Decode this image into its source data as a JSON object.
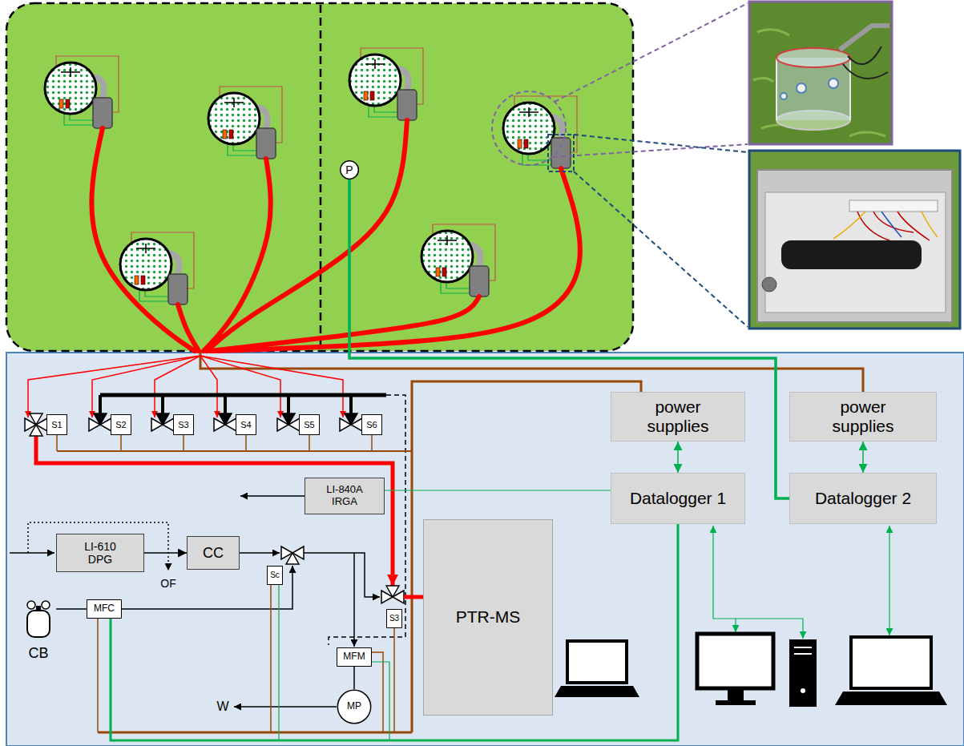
{
  "diagram": {
    "nodes": [
      {
        "text": [
          "P"
        ]
      },
      {
        "text": [
          "S1"
        ]
      },
      {
        "text": [
          "S2"
        ]
      },
      {
        "text": [
          "S3"
        ]
      },
      {
        "text": [
          "S4"
        ]
      },
      {
        "text": [
          "S5"
        ]
      },
      {
        "text": [
          "S6"
        ]
      },
      {
        "text": [
          "power supplies"
        ]
      },
      {
        "text": [
          "power supplies"
        ]
      },
      {
        "text": [
          "LI-840A IRGA"
        ]
      },
      {
        "text": [
          "Datalogger 1"
        ]
      },
      {
        "text": [
          "Datalogger 2"
        ]
      },
      {
        "text": [
          "LI-610 DPG"
        ]
      },
      {
        "text": [
          "CC"
        ]
      },
      {
        "text": [
          "PTR-MS"
        ]
      },
      {
        "text": [
          "Sc"
        ]
      },
      {
        "text": [
          "S3"
        ]
      },
      {
        "text": [
          "MFC"
        ]
      },
      {
        "text": [
          "MFM"
        ]
      },
      {
        "text": [
          "CB"
        ]
      },
      {
        "text": [
          "MP"
        ]
      }
    ],
    "edges": [
      {
        "from": 12,
        "to": 13,
        "arrow": "to"
      },
      {
        "from": 7,
        "to": 10,
        "arrow": "both"
      },
      {
        "from": 8,
        "to": 11,
        "arrow": "both"
      },
      {
        "from": 0,
        "to": 11,
        "arrow": "none"
      },
      {
        "from": 19,
        "to": 17,
        "arrow": "none"
      },
      {
        "from": 18,
        "to": 20,
        "arrow": "none"
      },
      {
        "from": 10,
        "to": 9,
        "arrow": "none"
      }
    ],
    "labels": [
      "OF",
      "W"
    ]
  }
}
